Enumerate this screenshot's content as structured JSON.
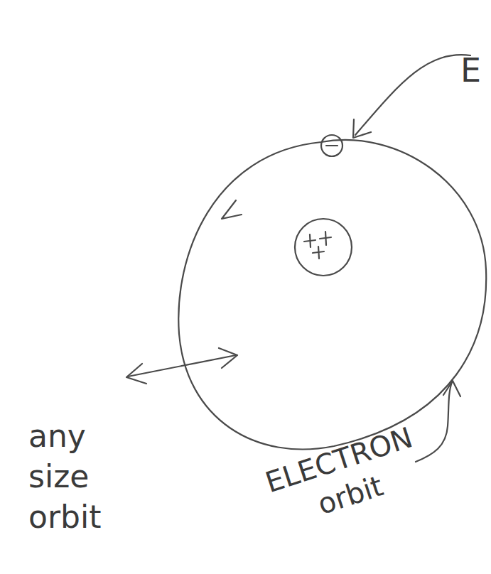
{
  "diagram": {
    "labels": [
      "E",
      "any size orbit",
      "ELECTRON orbit"
    ]
  }
}
